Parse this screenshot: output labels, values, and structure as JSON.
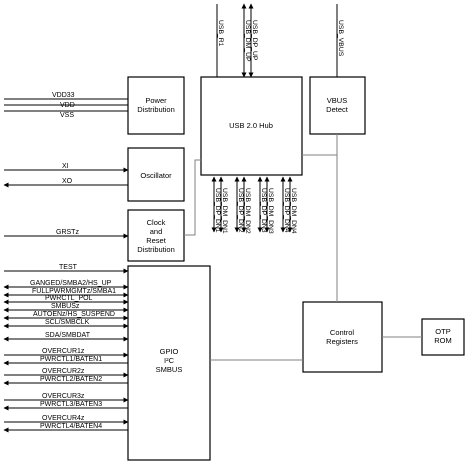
{
  "blocks": {
    "power": [
      "Power",
      "Distribution"
    ],
    "oscillator": [
      "Oscillator"
    ],
    "clock": [
      "Clock",
      "and",
      "Reset",
      "Distribution"
    ],
    "hub": [
      "USB 2.0 Hub"
    ],
    "vbus_detect": [
      "VBUS",
      "Detect"
    ],
    "gpio": [
      "GPIO",
      "I²C",
      "SMBUS"
    ],
    "control": [
      "Control",
      "Registers"
    ],
    "otp": [
      "OTP",
      "ROM"
    ]
  },
  "top_signals": [
    "USB_R1",
    "USB_DM_UP",
    "USB_DP_UP",
    "USB_VBUS"
  ],
  "bottom_signals": [
    "USB_DP_DN1",
    "USB_DM_DN1",
    "USB_DP_DN2",
    "USB_DM_DN2",
    "USB_DP_DN3",
    "USB_DM_DN3",
    "USB_DP_DN4",
    "USB_DM_DN4"
  ],
  "power_pins": [
    "VDD33",
    "VDD",
    "VSS"
  ],
  "osc_pins": [
    "XI",
    "XO"
  ],
  "reset_pin": "GRSTz",
  "gpio_pins": [
    "TEST",
    "GANGED/SMBA2/HS_UP",
    "FULLPWRMGMTz/SMBA1",
    "PWRCTL_POL",
    "SMBUSz",
    "AUTOENz/HS_SUSPEND",
    "SCL/SMBCLK",
    "SDA/SMBDAT",
    "OVERCUR1z",
    "PWRCTL1/BATEN1",
    "OVERCUR2z",
    "PWRCTL2/BATEN2",
    "OVERCUR3z",
    "PWRCTL3/BATEN3",
    "OVERCUR4z",
    "PWRCTL4/BATEN4"
  ]
}
